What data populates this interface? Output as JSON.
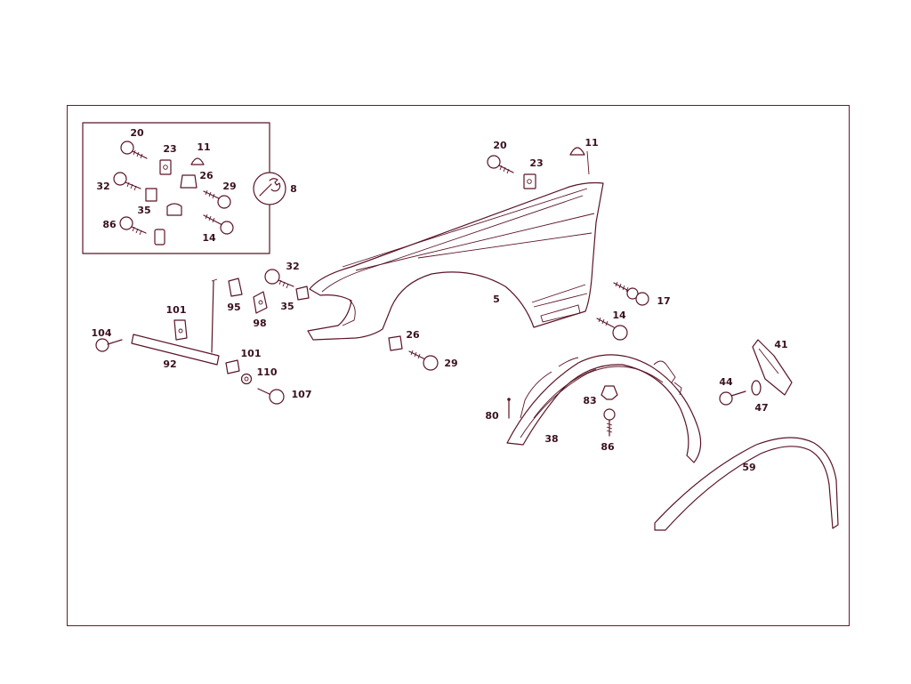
{
  "labels": {
    "inset_20": "20",
    "inset_23": "23",
    "inset_11": "11",
    "inset_32": "32",
    "inset_26": "26",
    "inset_29": "29",
    "inset_35": "35",
    "inset_86": "86",
    "inset_14": "14",
    "tool_8": "8",
    "p20": "20",
    "p23": "23",
    "p11": "11",
    "p32": "32",
    "p95": "95",
    "p35": "35",
    "p98": "98",
    "p5": "5",
    "p17": "17",
    "p14": "14",
    "p101a": "101",
    "p104": "104",
    "p92": "92",
    "p101b": "101",
    "p110": "110",
    "p107": "107",
    "p26": "26",
    "p29": "29",
    "p41": "41",
    "p44": "44",
    "p47": "47",
    "p83": "83",
    "p86": "86",
    "p80": "80",
    "p38": "38",
    "p59": "59"
  },
  "colors": {
    "line": "#5a1526",
    "frame": "#6b1a2b",
    "text": "#3a1020"
  }
}
